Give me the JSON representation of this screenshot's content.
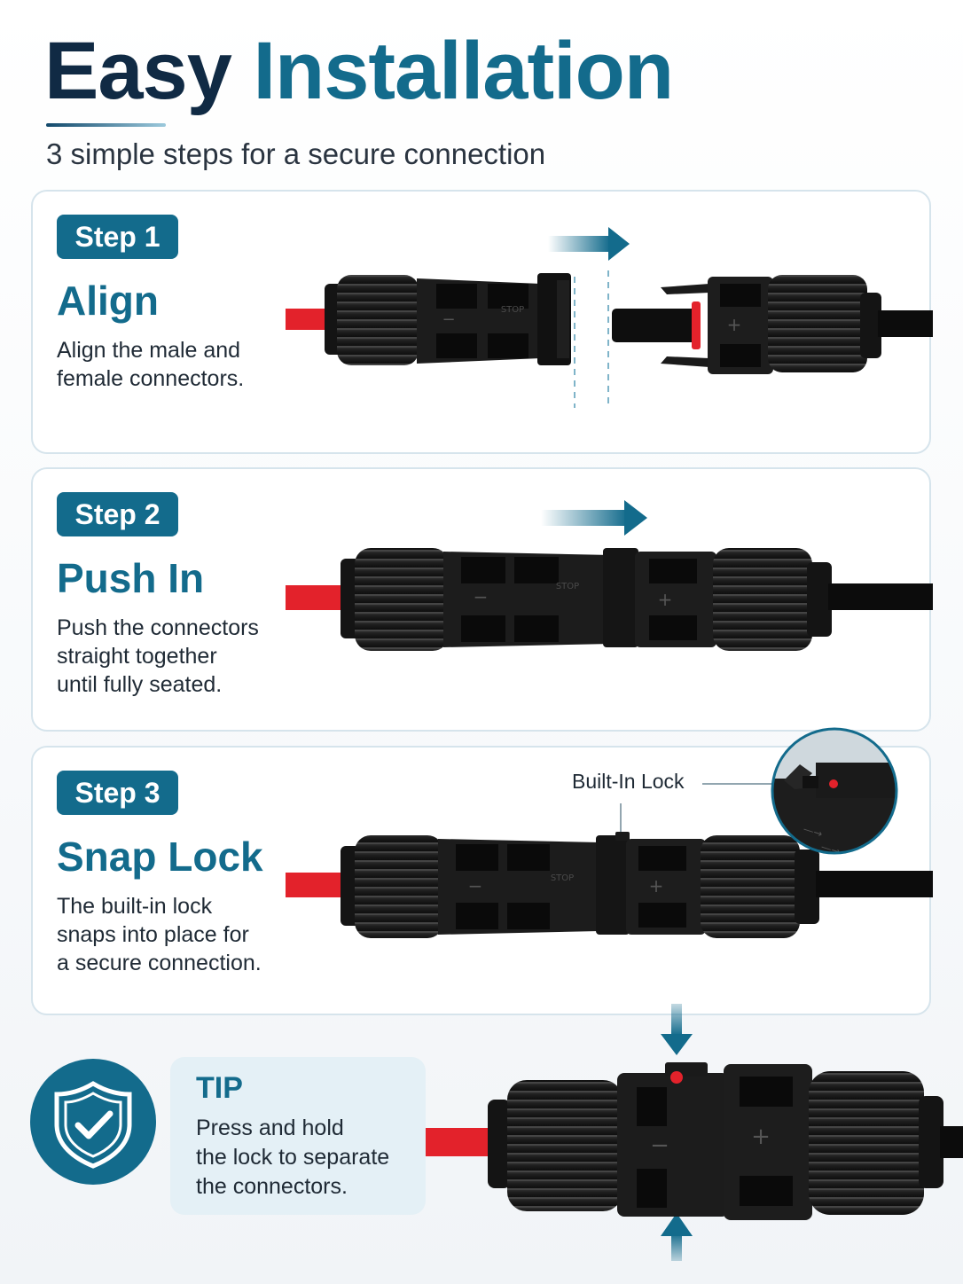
{
  "header": {
    "title_part1": "Easy",
    "title_part2": "Installation",
    "subtitle": "3 simple steps for a secure connection"
  },
  "steps": [
    {
      "badge": "Step 1",
      "title": "Align",
      "description_lines": [
        "Align the male and",
        "female connectors."
      ]
    },
    {
      "badge": "Step 2",
      "title": "Push In",
      "description_lines": [
        "Push the connectors",
        "straight together",
        "until fully seated."
      ]
    },
    {
      "badge": "Step 3",
      "title": "Snap Lock",
      "description_lines": [
        "The built-in lock",
        "snaps into place for",
        "a secure connection."
      ],
      "callout": "Built-In Lock"
    }
  ],
  "tip": {
    "title": "TIP",
    "description_lines": [
      "Press and hold",
      "the lock to separate",
      "the connectors."
    ]
  },
  "connector_markings": {
    "stop": "STOP",
    "positive": "+",
    "negative": "−"
  },
  "colors": {
    "accent": "#136b8c",
    "dark_navy": "#102a44",
    "red_cable": "#e3222b",
    "black_cable": "#0c0c0c",
    "connector": "#222222",
    "card_border": "#d6e4ec",
    "tip_background": "#e4f0f6"
  },
  "icons": {
    "tip": "shield-check-icon",
    "direction": "arrow-right-icon",
    "press": "arrow-down-icon"
  }
}
